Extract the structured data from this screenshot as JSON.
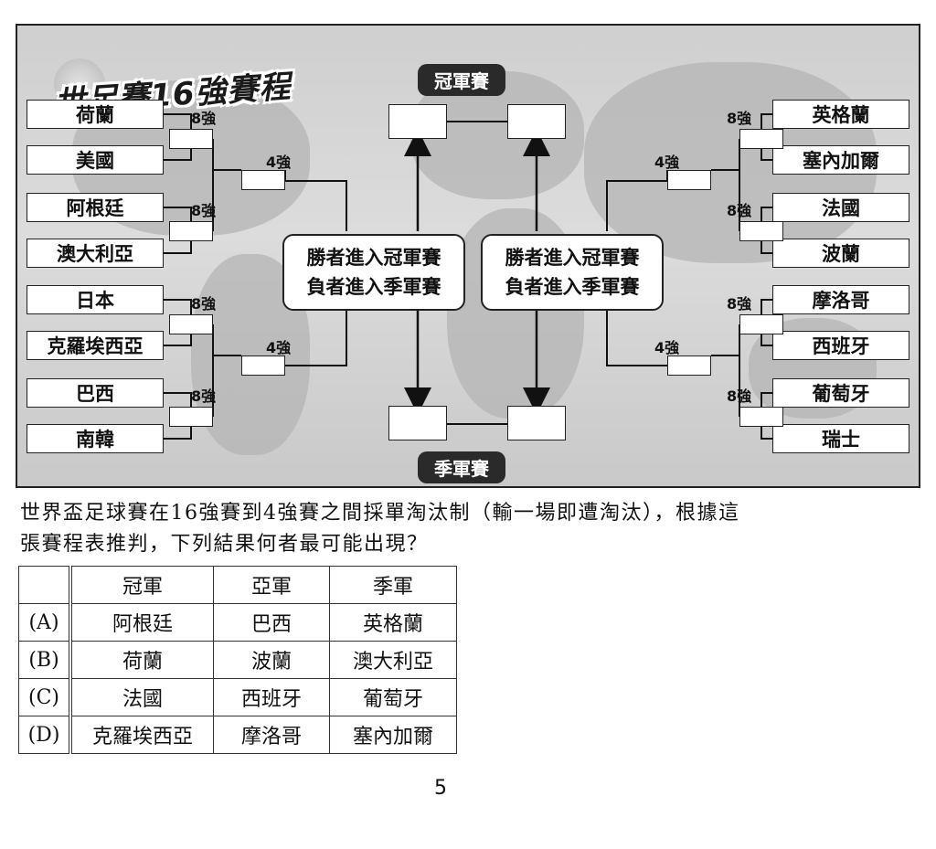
{
  "figure": {
    "title": "世足賽16強賽程",
    "final_label": "冠軍賽",
    "third_label": "季軍賽",
    "round8_label": "8強",
    "round4_label": "4強",
    "note_line1": "勝者進入冠軍賽",
    "note_line2": "負者進入季軍賽",
    "left_teams": [
      "荷蘭",
      "美國",
      "阿根廷",
      "澳大利亞",
      "日本",
      "克羅埃西亞",
      "巴西",
      "南韓"
    ],
    "right_teams": [
      "英格蘭",
      "塞內加爾",
      "法國",
      "波蘭",
      "摩洛哥",
      "西班牙",
      "葡萄牙",
      "瑞士"
    ]
  },
  "question": {
    "line1": "世界盃足球賽在16強賽到4強賽之間採單淘汰制（輸一場即遭淘汰），根據這",
    "line2": "張賽程表推判，下列結果何者最可能出現？"
  },
  "table": {
    "headers": [
      "冠軍",
      "亞軍",
      "季軍"
    ],
    "rows": [
      {
        "option": "(A)",
        "cells": [
          "阿根廷",
          "巴西",
          "英格蘭"
        ]
      },
      {
        "option": "(B)",
        "cells": [
          "荷蘭",
          "波蘭",
          "澳大利亞"
        ]
      },
      {
        "option": "(C)",
        "cells": [
          "法國",
          "西班牙",
          "葡萄牙"
        ]
      },
      {
        "option": "(D)",
        "cells": [
          "克羅埃西亞",
          "摩洛哥",
          "塞內加爾"
        ]
      }
    ]
  },
  "page_number": "5"
}
